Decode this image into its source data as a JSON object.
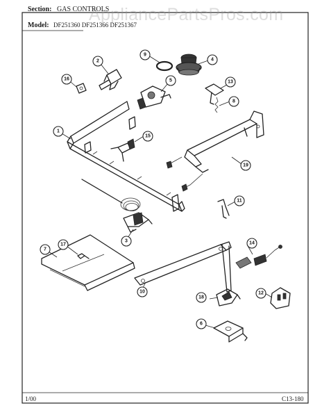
{
  "header": {
    "section_label": "Section:",
    "section_value": "GAS CONTROLS",
    "model_label": "Model:",
    "model_value": "DF251360 DF251366 DF251367",
    "watermark": "AppliancePartsPros.com"
  },
  "footer": {
    "left": "1/00",
    "right": "C13-180"
  },
  "callouts": [
    {
      "id": "callout-1",
      "label": "1"
    },
    {
      "id": "callout-2",
      "label": "2"
    },
    {
      "id": "callout-3",
      "label": "3"
    },
    {
      "id": "callout-4",
      "label": "4"
    },
    {
      "id": "callout-5",
      "label": "5"
    },
    {
      "id": "callout-6",
      "label": "6"
    },
    {
      "id": "callout-7",
      "label": "7"
    },
    {
      "id": "callout-8",
      "label": "8"
    },
    {
      "id": "callout-9",
      "label": "9"
    },
    {
      "id": "callout-10",
      "label": "10"
    },
    {
      "id": "callout-11",
      "label": "11"
    },
    {
      "id": "callout-12",
      "label": "12"
    },
    {
      "id": "callout-13",
      "label": "13"
    },
    {
      "id": "callout-14",
      "label": "14"
    },
    {
      "id": "callout-15",
      "label": "15"
    },
    {
      "id": "callout-16",
      "label": "16"
    },
    {
      "id": "callout-17",
      "label": "17"
    },
    {
      "id": "callout-18",
      "label": "18"
    },
    {
      "id": "callout-19",
      "label": "19"
    }
  ]
}
